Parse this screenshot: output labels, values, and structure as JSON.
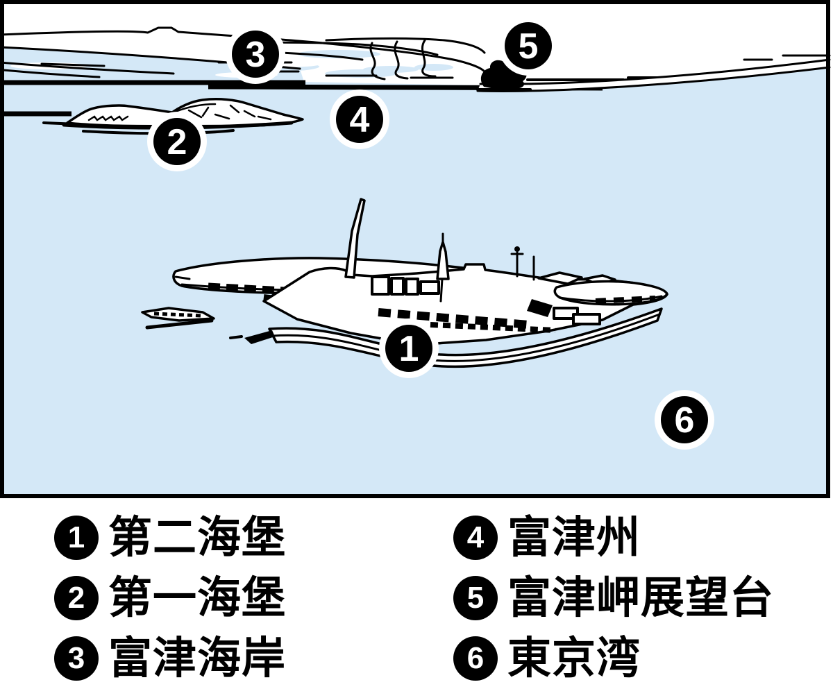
{
  "colors": {
    "water": "#d4e8f7",
    "ink": "#000000",
    "marker_bg": "#000000",
    "marker_number": "#ffffff",
    "background": "#ffffff"
  },
  "map": {
    "markers": [
      {
        "number": "1"
      },
      {
        "number": "2"
      },
      {
        "number": "3"
      },
      {
        "number": "4"
      },
      {
        "number": "5"
      },
      {
        "number": "6"
      }
    ]
  },
  "legend": {
    "items": [
      {
        "number": "1",
        "label": "第二海堡"
      },
      {
        "number": "2",
        "label": "第一海堡"
      },
      {
        "number": "3",
        "label": "富津海岸"
      },
      {
        "number": "4",
        "label": "富津州"
      },
      {
        "number": "5",
        "label": "富津岬展望台"
      },
      {
        "number": "6",
        "label": "東京湾"
      }
    ]
  }
}
